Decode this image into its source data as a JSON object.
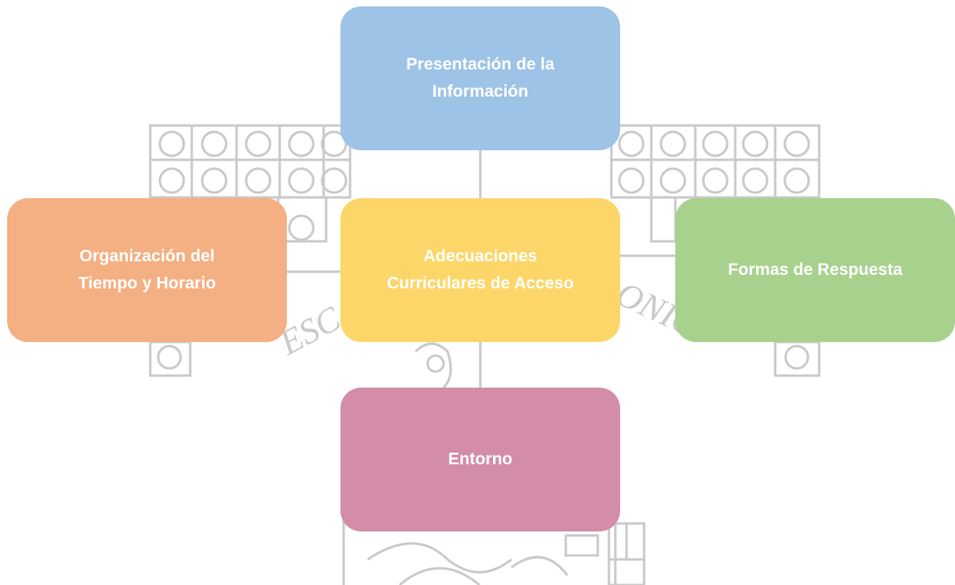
{
  "diagram": {
    "center": {
      "label": "Adecuaciones\nCurriculares de Acceso",
      "color": "#FCD668"
    },
    "top": {
      "label": "Presentación de la\nInformación",
      "color": "#9DC3E6"
    },
    "left": {
      "label": "Organización del\nTiempo y Horario",
      "color": "#F4AF82"
    },
    "right": {
      "label": "Formas de Respuesta",
      "color": "#A8D18D"
    },
    "bottom": {
      "label": "Entorno",
      "color": "#D38DA8"
    }
  },
  "watermark": {
    "text_left": "ESC",
    "text_right": "ONIO"
  }
}
